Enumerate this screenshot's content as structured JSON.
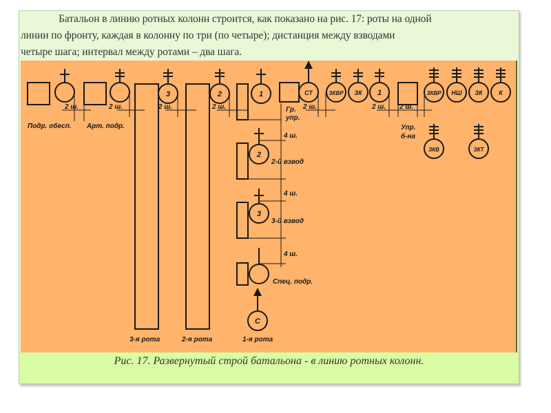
{
  "paragraph": {
    "line1": "Батальон в линию ротных колонн строится, как показано на рис. 17: роты на одной",
    "line2": "линии по фронту, каждая в колонну по три (по четыре); дистанция между взводами",
    "line3": "четыре шага; интервал между ротами – два шага."
  },
  "diagram": {
    "labels": {
      "podr_obesp": "Подр. обесп.",
      "art_podr": "Арт. подр.",
      "gr_upr_1": "Гр.",
      "gr_upr_2": "упр.",
      "upr_bna_1": "Упр.",
      "upr_bna_2": "б-на",
      "vzvod2": "2-й взвод",
      "vzvod3": "3-й взвод",
      "spec_podr": "Спец. подр.",
      "rota3": "3-я рота",
      "rota2": "2-я рота",
      "rota1": "1-я рота"
    },
    "distances": {
      "two_steps": "2 ш.",
      "four_steps": "4 ш."
    },
    "circles": {
      "c3": "3",
      "c2": "2",
      "c1": "1",
      "st": "СТ",
      "zkvr1": "ЗКВР",
      "zk1": "ЗК",
      "c1b": "1",
      "zkvr2": "ЗКВР",
      "nsh": "НШ",
      "zk2": "ЗК",
      "k": "К",
      "zkv": "ЗКВ",
      "zkt": "ЗКТ",
      "v2": "2",
      "v3": "3",
      "s": "С"
    }
  },
  "caption": {
    "text": "Рис. 17. Развернутый строй батальона - в линию ротных колонн."
  }
}
